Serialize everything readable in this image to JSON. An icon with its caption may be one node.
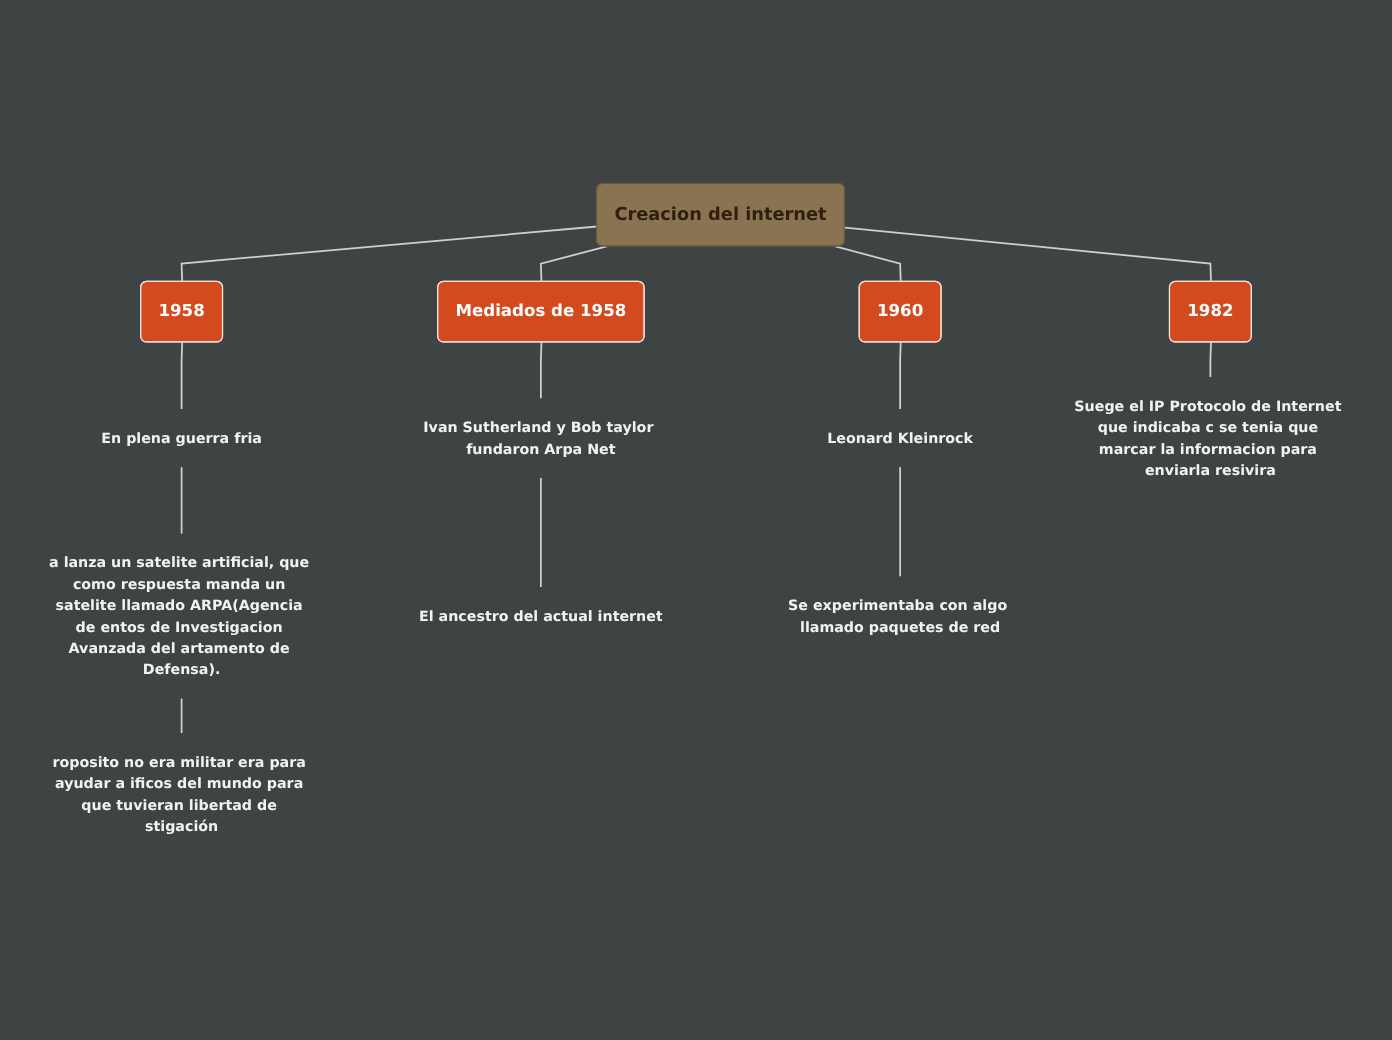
{
  "diagram": {
    "nodes": [
      {
        "text": [
          "Creacion del internet"
        ]
      },
      {
        "text": [
          "1958"
        ]
      },
      {
        "text": [
          "En plena guerra fria"
        ]
      },
      {
        "text": [
          "a lanza un satelite artificial, que como respuesta manda un satelite llamado ARPA(Agencia de entos de Investigacion Avanzada del artamento de Defensa)."
        ]
      },
      {
        "text": [
          "roposito no era militar era para ayudar a ificos del mundo para que tuvieran libertad de stigación"
        ]
      },
      {
        "text": [
          "Mediados de 1958"
        ]
      },
      {
        "text": [
          "Ivan Sutherland y Bob taylor fundaron Arpa Net"
        ]
      },
      {
        "text": [
          "El ancestro del actual internet"
        ]
      },
      {
        "text": [
          "1960"
        ]
      },
      {
        "text": [
          "Leonard Kleinrock"
        ]
      },
      {
        "text": [
          "Se experimentaba con algo llamado paquetes de red"
        ]
      },
      {
        "text": [
          "1982"
        ]
      },
      {
        "text": [
          "Suege el IP Protocolo de Internet que indicaba c se tenia que marcar la informacion para enviarla resivira"
        ]
      }
    ],
    "edges": [
      {
        "from": 0,
        "to": 1,
        "arrow": "none"
      },
      {
        "from": 1,
        "to": 2,
        "arrow": "none"
      },
      {
        "from": 2,
        "to": 3,
        "arrow": "none"
      },
      {
        "from": 3,
        "to": 4,
        "arrow": "none"
      },
      {
        "from": 0,
        "to": 5,
        "arrow": "none"
      },
      {
        "from": 5,
        "to": 6,
        "arrow": "none"
      },
      {
        "from": 6,
        "to": 7,
        "arrow": "none"
      },
      {
        "from": 0,
        "to": 8,
        "arrow": "none"
      },
      {
        "from": 8,
        "to": 9,
        "arrow": "none"
      },
      {
        "from": 9,
        "to": 10,
        "arrow": "none"
      },
      {
        "from": 0,
        "to": 11,
        "arrow": "none"
      },
      {
        "from": 11,
        "to": 12,
        "arrow": "none"
      }
    ]
  }
}
